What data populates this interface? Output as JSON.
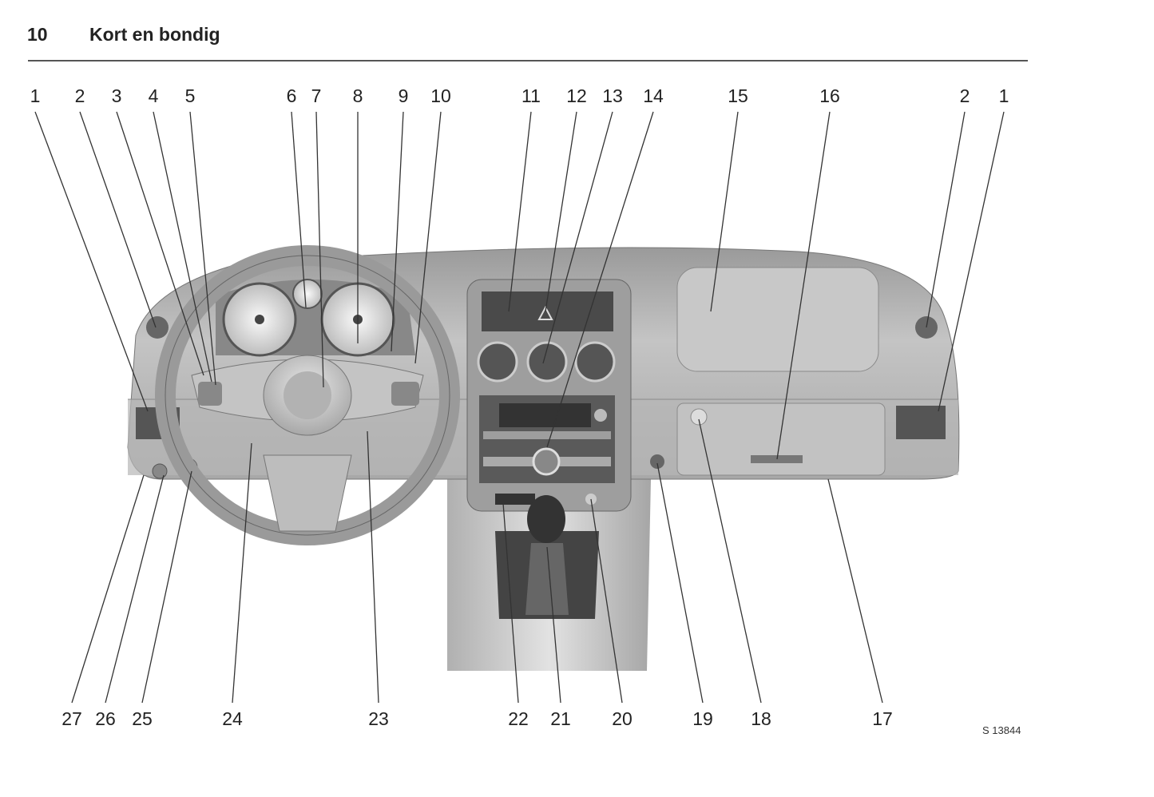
{
  "header": {
    "page_number": "10",
    "title": "Kort en bondig"
  },
  "figure": {
    "top_labels": [
      "1",
      "2",
      "3",
      "4",
      "5",
      "6",
      "7",
      "8",
      "9",
      "10",
      "11",
      "12",
      "13",
      "14",
      "15",
      "16",
      "2",
      "1"
    ],
    "bottom_labels": [
      "27",
      "26",
      "25",
      "24",
      "23",
      "22",
      "21",
      "20",
      "19",
      "18",
      "17"
    ],
    "figure_code": "S 13844"
  }
}
